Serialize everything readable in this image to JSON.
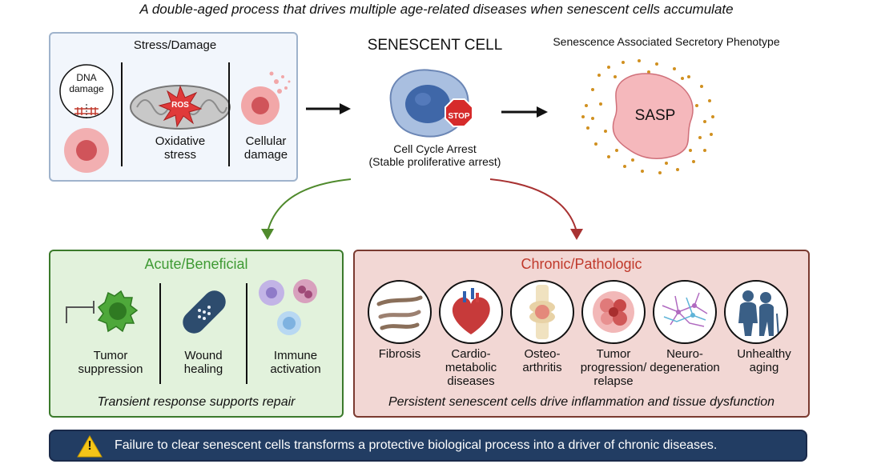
{
  "title": "A double-aged process that drives multiple age-related diseases when senescent cells accumulate",
  "stress": {
    "heading": "Stress/Damage",
    "dna_line1": "DNA",
    "dna_line2": "damage",
    "ros": "ROS",
    "oxidative_line1": "Oxidative",
    "oxidative_line2": "stress",
    "cellular_line1": "Cellular",
    "cellular_line2": "damage"
  },
  "cell": {
    "heading": "SENESCENT CELL",
    "stop": "STOP",
    "arrest_line1": "Cell Cycle Arrest",
    "arrest_line2": "(Stable proliferative arrest)"
  },
  "sasp": {
    "heading": "Senescence Associated Secretory Phenotype",
    "label": "SASP"
  },
  "acute": {
    "heading": "Acute/Beneficial",
    "items": [
      {
        "line1": "Tumor",
        "line2": "suppression"
      },
      {
        "line1": "Wound",
        "line2": "healing"
      },
      {
        "line1": "Immune",
        "line2": "activation"
      }
    ],
    "footer": "Transient response supports repair"
  },
  "chronic": {
    "heading": "Chronic/Pathologic",
    "items": [
      {
        "line1": "Fibrosis",
        "line2": "",
        "line3": ""
      },
      {
        "line1": "Cardio-",
        "line2": "metabolic",
        "line3": "diseases"
      },
      {
        "line1": "Osteo-",
        "line2": "arthritis",
        "line3": ""
      },
      {
        "line1": "Tumor",
        "line2": "progression/",
        "line3": "relapse"
      },
      {
        "line1": "Neuro-",
        "line2": "degeneration",
        "line3": ""
      },
      {
        "line1": "Unhealthy",
        "line2": "aging",
        "line3": ""
      }
    ],
    "footer": "Persistent senescent cells drive  inflammation and tissue dysfunction"
  },
  "banner": {
    "warning": "!",
    "text": "Failure to clear senescent cells transforms a protective biological process into a driver of chronic diseases."
  },
  "colors": {
    "green_accent": "#3f9a34",
    "red_accent": "#c0392b",
    "banner_bg": "#223d63",
    "warning_yellow": "#f5c518"
  }
}
